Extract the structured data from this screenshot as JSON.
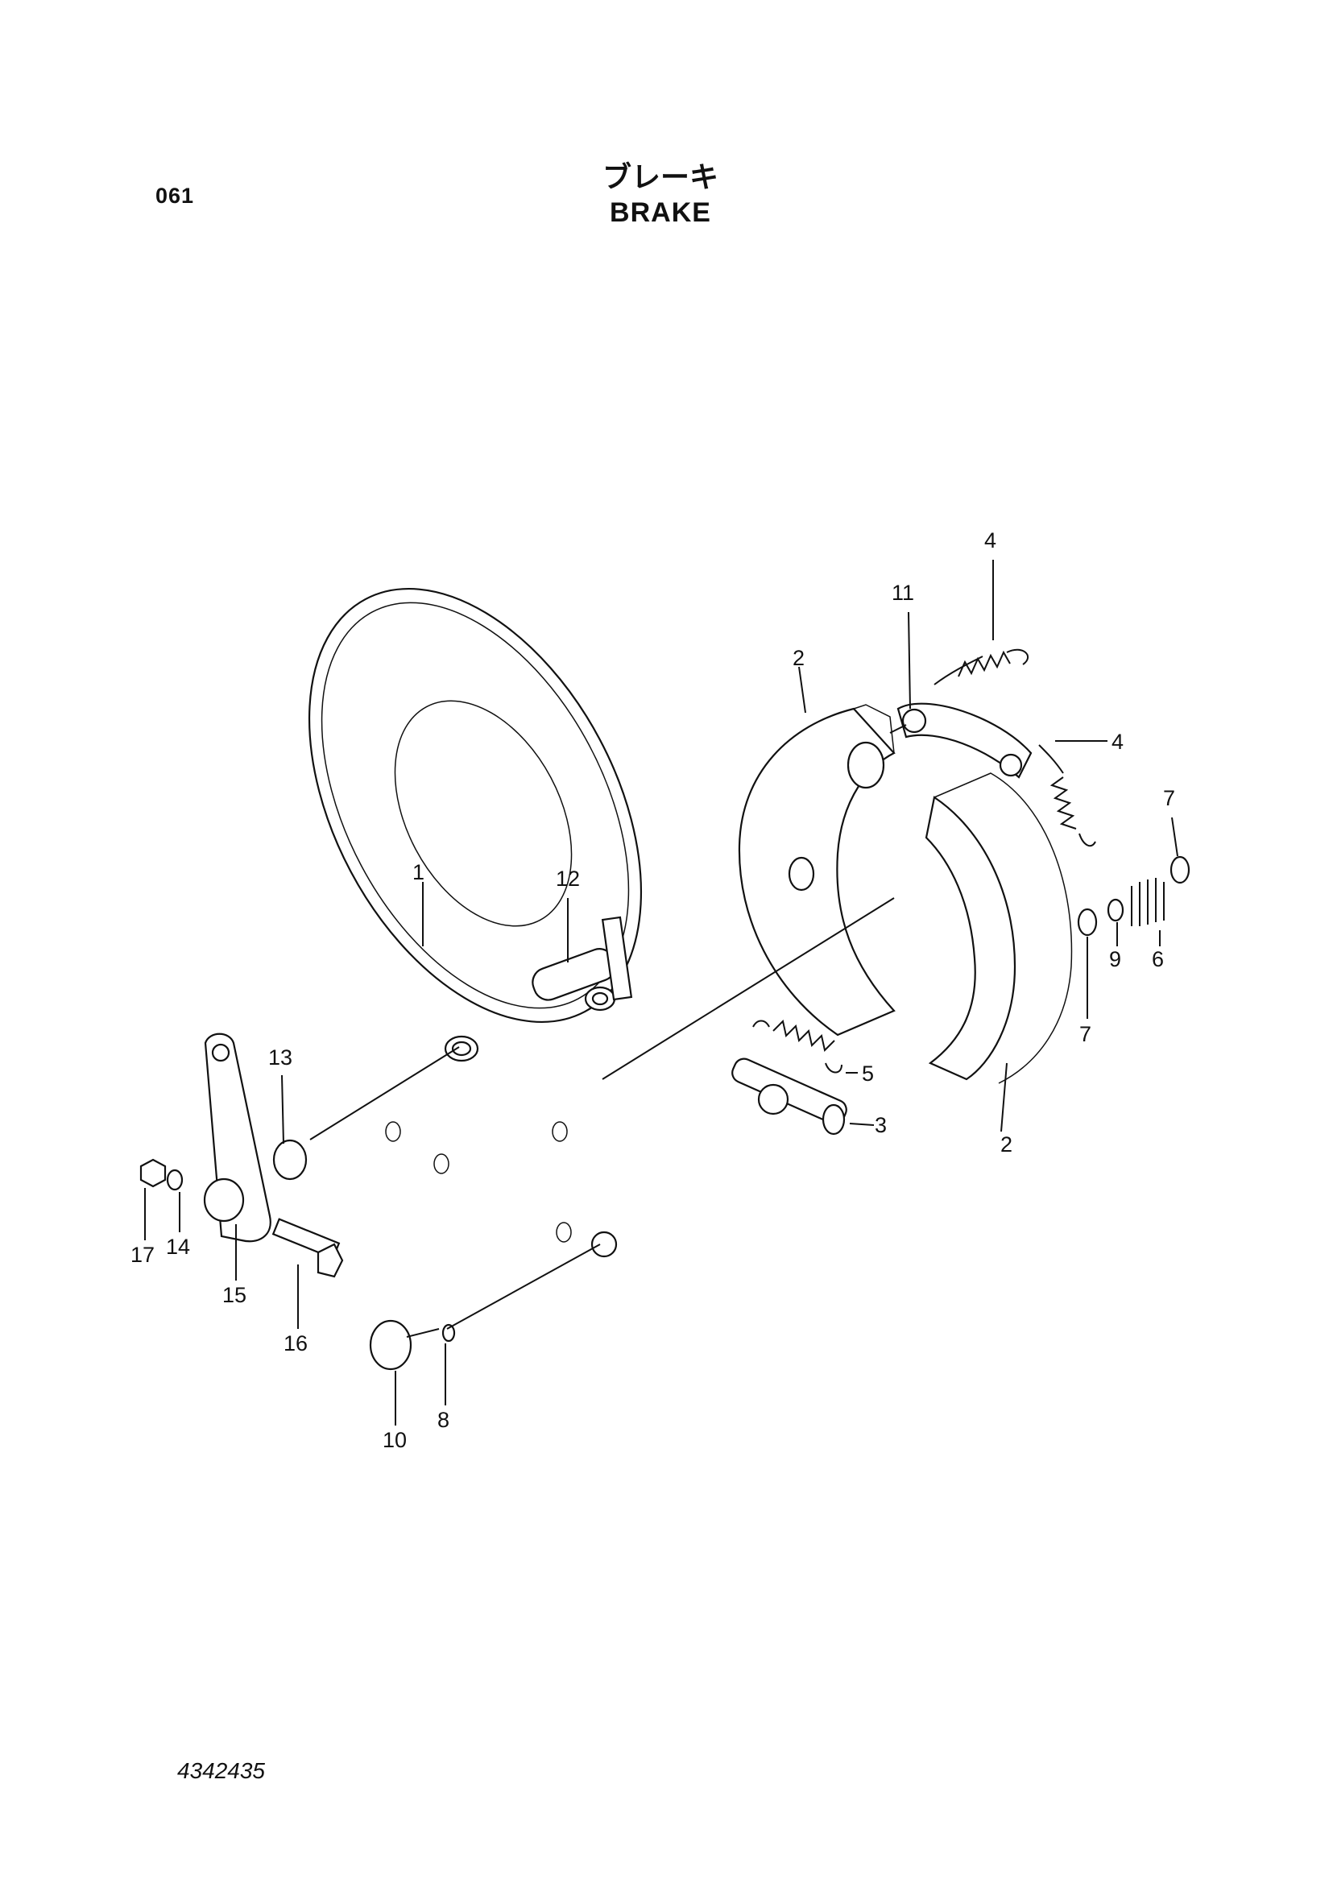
{
  "header": {
    "page_number": "061",
    "title_jp": "ブレーキ",
    "title_en": "BRAKE"
  },
  "callouts": [
    {
      "id": "c1",
      "label": "1"
    },
    {
      "id": "c2a",
      "label": "2"
    },
    {
      "id": "c2b",
      "label": "2"
    },
    {
      "id": "c3",
      "label": "3"
    },
    {
      "id": "c4a",
      "label": "4"
    },
    {
      "id": "c4b",
      "label": "4"
    },
    {
      "id": "c5",
      "label": "5"
    },
    {
      "id": "c6",
      "label": "6"
    },
    {
      "id": "c7a",
      "label": "7"
    },
    {
      "id": "c7b",
      "label": "7"
    },
    {
      "id": "c8",
      "label": "8"
    },
    {
      "id": "c9",
      "label": "9"
    },
    {
      "id": "c10",
      "label": "10"
    },
    {
      "id": "c11",
      "label": "11"
    },
    {
      "id": "c12",
      "label": "12"
    },
    {
      "id": "c13",
      "label": "13"
    },
    {
      "id": "c14",
      "label": "14"
    },
    {
      "id": "c15",
      "label": "15"
    },
    {
      "id": "c16",
      "label": "16"
    },
    {
      "id": "c17",
      "label": "17"
    }
  ],
  "footer": {
    "doc_code": "4342435"
  }
}
